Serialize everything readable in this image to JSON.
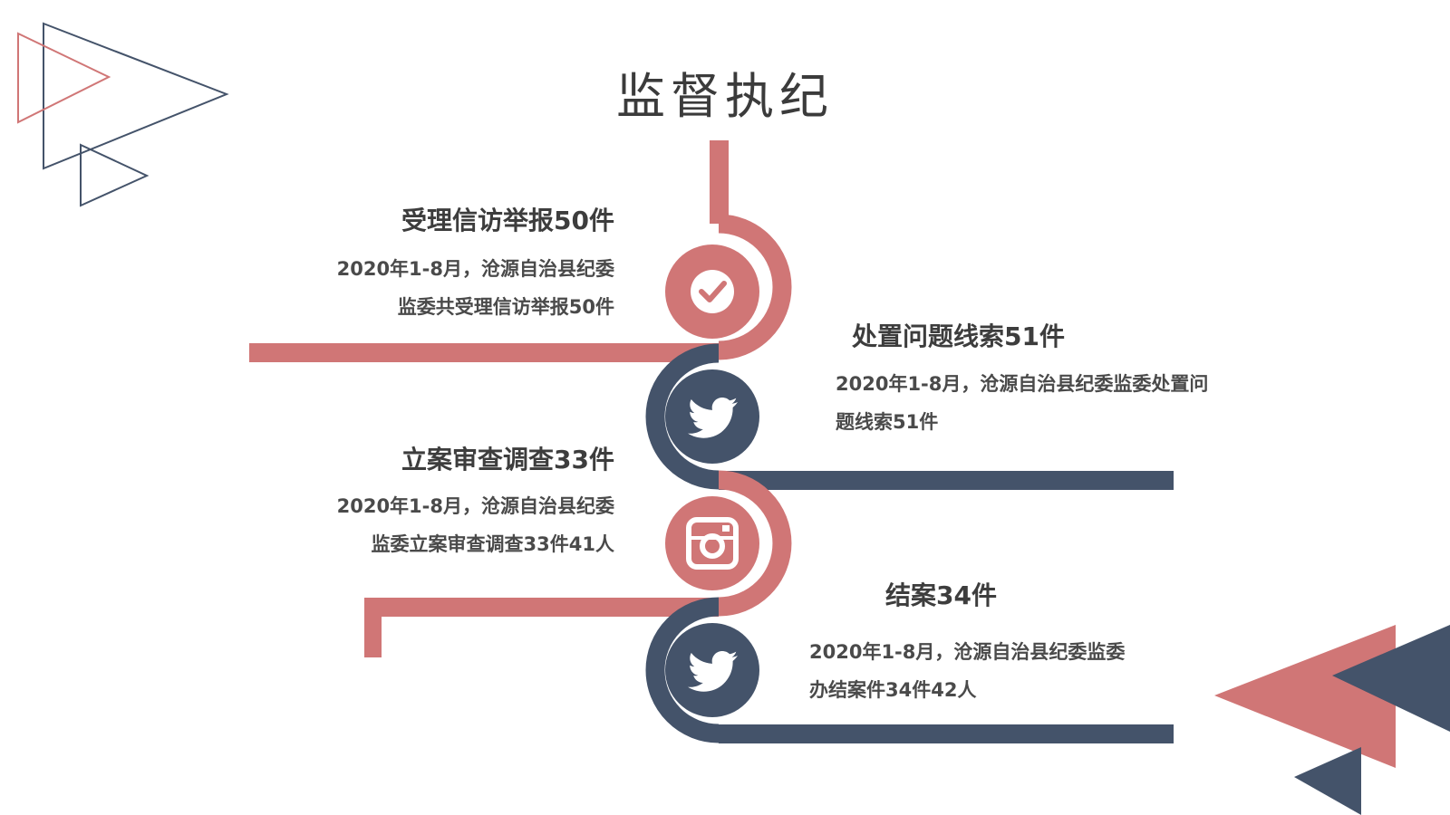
{
  "title": "监督执纪",
  "colors": {
    "accent": "#d07676",
    "primary": "#44536a",
    "text": "#3d3d3d"
  },
  "items": [
    {
      "icon": "check-icon",
      "heading": "受理信访举报50件",
      "lines": [
        "2020年1-8月，沧源自治县纪委",
        "监委共受理信访举报50件"
      ]
    },
    {
      "icon": "twitter-bird-icon",
      "heading": "处置问题线索51件",
      "lines": [
        "2020年1-8月，沧源自治县纪委监委处置问",
        "题线索51件"
      ]
    },
    {
      "icon": "instagram-camera-icon",
      "heading": "立案审查调查33件",
      "lines": [
        "2020年1-8月，沧源自治县纪委",
        "监委立案审查调查33件41人"
      ]
    },
    {
      "icon": "twitter-bird-icon",
      "heading": "结案34件",
      "lines": [
        "2020年1-8月，沧源自治县纪委监委",
        "办结案件34件42人"
      ]
    }
  ]
}
